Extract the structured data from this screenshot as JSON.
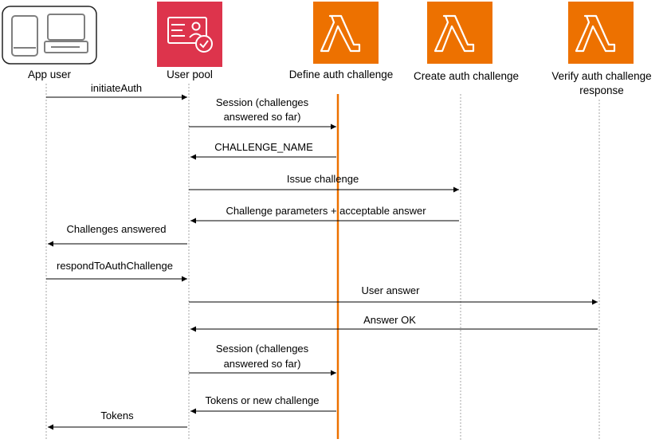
{
  "participants": [
    {
      "id": "app-user",
      "label": "App user",
      "icon": "devices-icon"
    },
    {
      "id": "user-pool",
      "label": "User pool",
      "icon": "user-pool-icon"
    },
    {
      "id": "define",
      "label": "Define auth challenge",
      "icon": "lambda-icon"
    },
    {
      "id": "create",
      "label": "Create auth challenge",
      "icon": "lambda-icon"
    },
    {
      "id": "verify",
      "label_lines": [
        "Verify auth challenge",
        "response"
      ],
      "icon": "lambda-icon"
    }
  ],
  "messages": [
    {
      "from": "app-user",
      "to": "user-pool",
      "lines": [
        "initiateAuth"
      ]
    },
    {
      "from": "user-pool",
      "to": "define",
      "lines": [
        "Session (challenges",
        "answered so far)"
      ]
    },
    {
      "from": "define",
      "to": "user-pool",
      "lines": [
        "CHALLENGE_NAME"
      ]
    },
    {
      "from": "user-pool",
      "to": "create",
      "lines": [
        "Issue challenge"
      ]
    },
    {
      "from": "create",
      "to": "user-pool",
      "lines": [
        "Challenge parameters + acceptable answer"
      ]
    },
    {
      "from": "user-pool",
      "to": "app-user",
      "lines": [
        "Challenges answered"
      ]
    },
    {
      "from": "app-user",
      "to": "user-pool",
      "lines": [
        "respondToAuthChallenge"
      ]
    },
    {
      "from": "user-pool",
      "to": "verify",
      "lines": [
        "User answer"
      ]
    },
    {
      "from": "verify",
      "to": "user-pool",
      "lines": [
        "Answer OK"
      ]
    },
    {
      "from": "user-pool",
      "to": "define",
      "lines": [
        "Session (challenges",
        "answered so far)"
      ]
    },
    {
      "from": "define",
      "to": "user-pool",
      "lines": [
        "Tokens or new challenge"
      ]
    },
    {
      "from": "user-pool",
      "to": "app-user",
      "lines": [
        "Tokens"
      ]
    }
  ],
  "colors": {
    "lambda": "#ED7100",
    "user_pool": "#DD344C",
    "active_lifeline": "#ED7100",
    "lifeline": "#A6A6A6",
    "arrow": "#000000",
    "device_outline": "#7F7F7F"
  }
}
